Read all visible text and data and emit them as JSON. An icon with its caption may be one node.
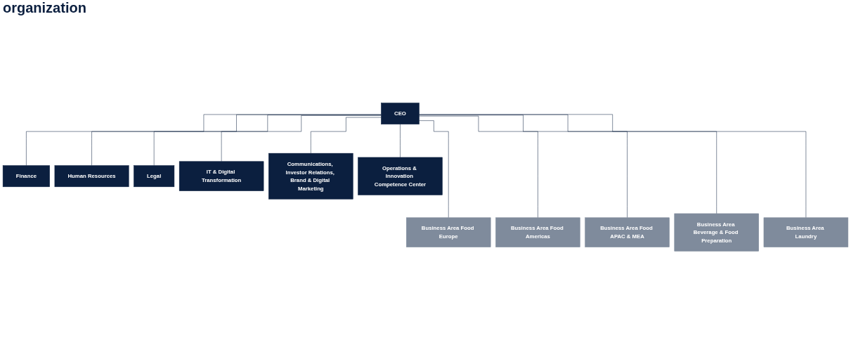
{
  "diagram": {
    "title": "organization",
    "nodes": [
      {
        "text": [
          "CEO"
        ]
      },
      {
        "text": [
          "Finance"
        ]
      },
      {
        "text": [
          "Human Resources"
        ]
      },
      {
        "text": [
          "Legal"
        ]
      },
      {
        "text": [
          "IT & Digital Transformation"
        ]
      },
      {
        "text": [
          "Communications, Investor Relations, Brand & Digital Marketing"
        ]
      },
      {
        "text": [
          "Operations & Innovation Competence Center"
        ]
      },
      {
        "text": [
          "Business Area Food Europe"
        ]
      },
      {
        "text": [
          "Business Area Food Americas"
        ]
      },
      {
        "text": [
          "Business Area Food APAC & MEA"
        ]
      },
      {
        "text": [
          "Business Area Beverage & Food Preparation"
        ]
      },
      {
        "text": [
          "Business Area Laundry"
        ]
      }
    ],
    "edges": [
      {
        "from": 0,
        "to": 1,
        "arrow": "none"
      },
      {
        "from": 0,
        "to": 2,
        "arrow": "none"
      },
      {
        "from": 0,
        "to": 3,
        "arrow": "none"
      },
      {
        "from": 0,
        "to": 4,
        "arrow": "none"
      },
      {
        "from": 0,
        "to": 5,
        "arrow": "none"
      },
      {
        "from": 0,
        "to": 6,
        "arrow": "none"
      },
      {
        "from": 0,
        "to": 7,
        "arrow": "none"
      },
      {
        "from": 0,
        "to": 8,
        "arrow": "none"
      },
      {
        "from": 0,
        "to": 9,
        "arrow": "none"
      },
      {
        "from": 0,
        "to": 10,
        "arrow": "none"
      },
      {
        "from": 0,
        "to": 11,
        "arrow": "none"
      }
    ]
  }
}
